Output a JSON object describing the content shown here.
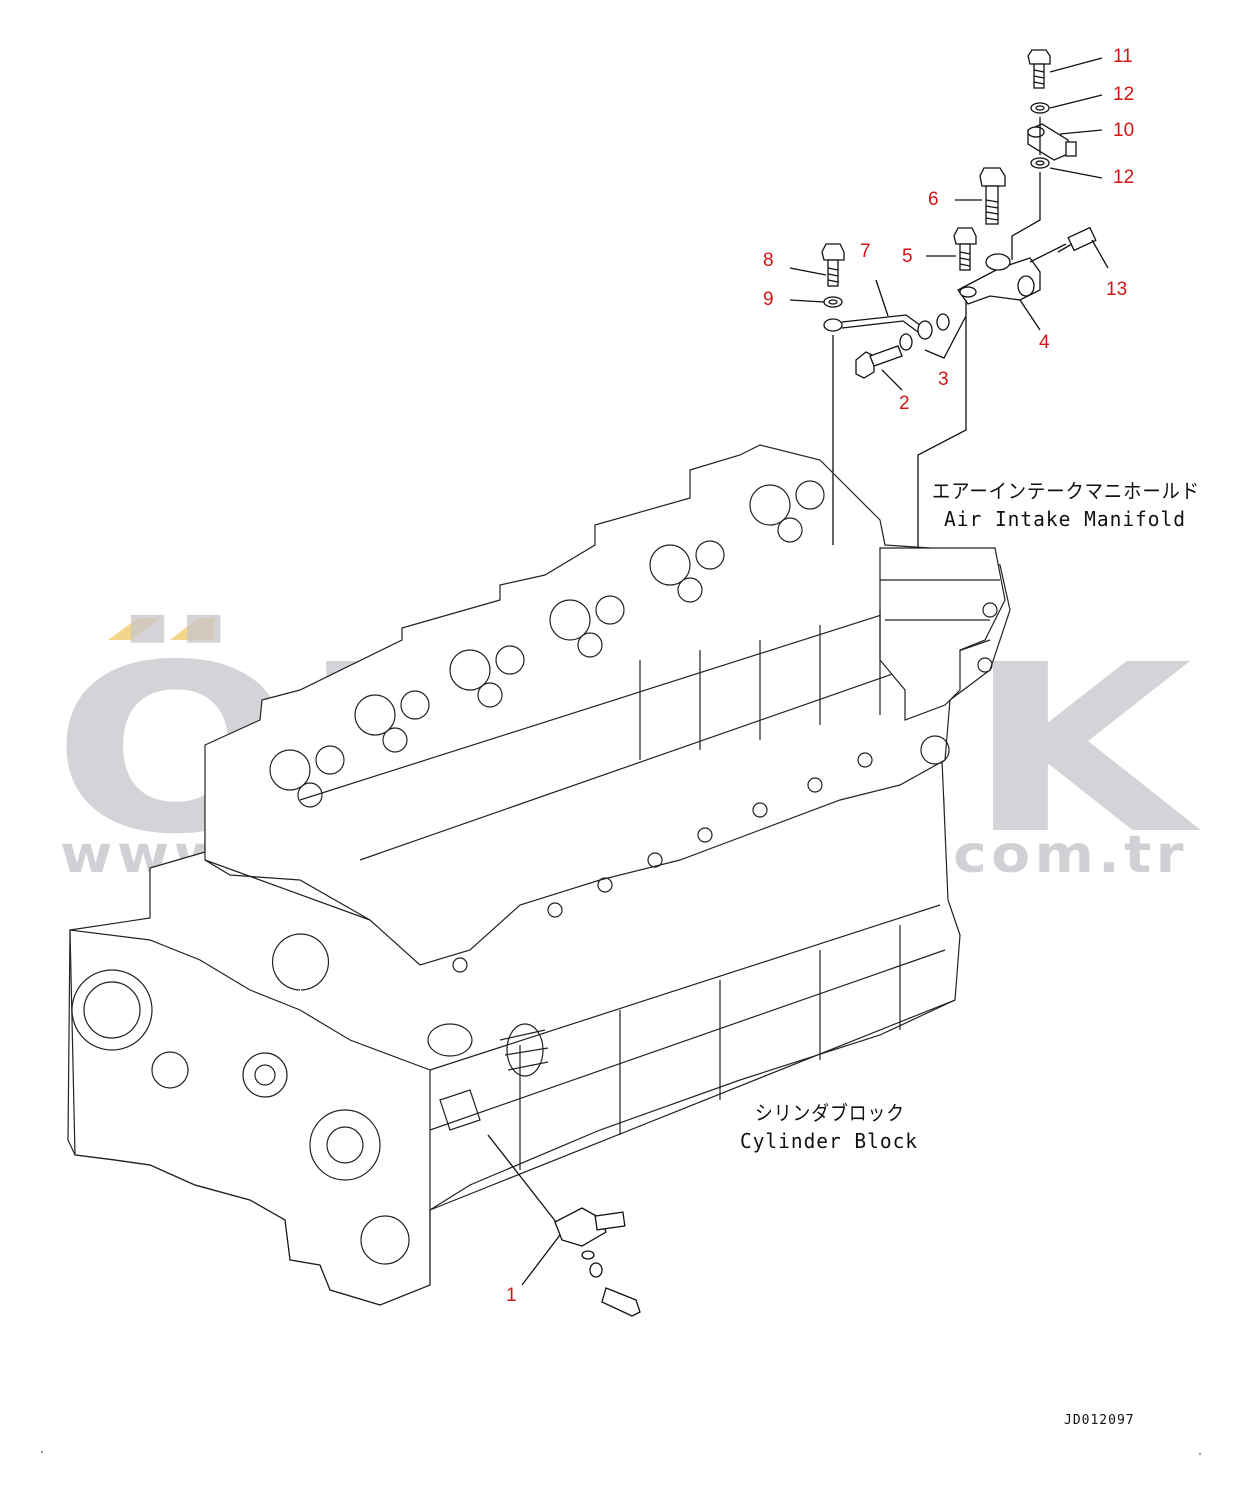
{
  "watermark": {
    "brand": "ÖRNEK",
    "url": "www.ornekiş makinaları.com.tr",
    "accent_color": "#f3d68a",
    "text_color": "#c9c5cb"
  },
  "labels": {
    "air_intake_jp": "エアーインテークマニホールド",
    "air_intake_en": "Air Intake Manifold",
    "cylinder_block_jp": "シリンダブロック",
    "cylinder_block_en": "Cylinder Block"
  },
  "callouts": [
    {
      "id": "11",
      "color": "#d21414"
    },
    {
      "id": "12",
      "color": "#d21414"
    },
    {
      "id": "10",
      "color": "#d21414"
    },
    {
      "id": "12b",
      "text": "12",
      "color": "#d21414"
    },
    {
      "id": "6",
      "color": "#d21414"
    },
    {
      "id": "7",
      "color": "#d21414"
    },
    {
      "id": "5",
      "color": "#d21414"
    },
    {
      "id": "13",
      "color": "#d21414"
    },
    {
      "id": "8",
      "color": "#d21414"
    },
    {
      "id": "9",
      "color": "#d21414"
    },
    {
      "id": "4",
      "color": "#d21414"
    },
    {
      "id": "3",
      "color": "#d21414"
    },
    {
      "id": "2",
      "color": "#d21414"
    },
    {
      "id": "1",
      "color": "#d21414"
    }
  ],
  "document_id": "JD012097"
}
